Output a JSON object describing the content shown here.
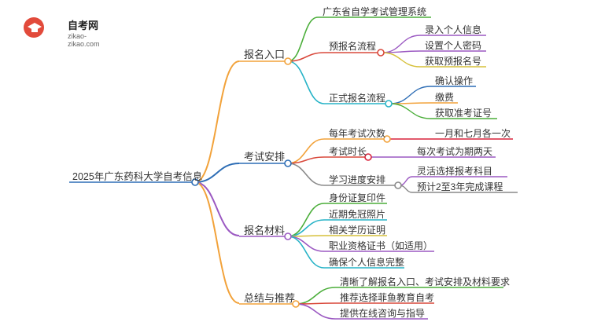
{
  "logo": {
    "title": "自考网",
    "subtitle": "zikao-zikao.com",
    "icon": "graduation-cap-icon"
  },
  "root": {
    "label": "2025年广东药科大学自考信息"
  },
  "branches": [
    {
      "label": "报名入口",
      "color": "#f2a23a",
      "children": [
        {
          "label": "广东省自学考试管理系统",
          "children": []
        },
        {
          "label": "预报名流程",
          "color": "#d9483b",
          "children": [
            {
              "label": "录入个人信息"
            },
            {
              "label": "设置个人密码"
            },
            {
              "label": "获取预报名号"
            }
          ]
        },
        {
          "label": "正式报名流程",
          "color": "#27b3c7",
          "children": [
            {
              "label": "确认操作"
            },
            {
              "label": "缴费"
            },
            {
              "label": "获取准考证号"
            }
          ]
        }
      ]
    },
    {
      "label": "考试安排",
      "color": "#2d6db5",
      "children": [
        {
          "label": "每年考试次数",
          "color": "#f2a23a",
          "children": [
            {
              "label": "一月和七月各一次"
            }
          ]
        },
        {
          "label": "考试时长",
          "color": "#d9233b",
          "children": [
            {
              "label": "每次考试为期两天"
            }
          ]
        },
        {
          "label": "学习进度安排",
          "color": "#8a8a8a",
          "children": [
            {
              "label": "灵活选择报考科目"
            },
            {
              "label": "预计2至3年完成课程"
            }
          ]
        }
      ]
    },
    {
      "label": "报名材料",
      "color": "#9b59c2",
      "children": [
        {
          "label": "身份证复印件"
        },
        {
          "label": "近期免冠照片"
        },
        {
          "label": "相关学历证明"
        },
        {
          "label": "职业资格证书（如适用）"
        },
        {
          "label": "确保个人信息完整"
        }
      ]
    },
    {
      "label": "总结与推荐",
      "color": "#f2a23a",
      "children": [
        {
          "label": "清晰了解报名入口、考试安排及材料要求"
        },
        {
          "label": "推荐选择菲鱼教育自考"
        },
        {
          "label": "提供在线咨询与指导"
        }
      ]
    }
  ],
  "colors": {
    "root_line": "#2d6db5",
    "green": "#4bae3a",
    "red": "#d9483b",
    "blue": "#27b3c7",
    "darkblue": "#2d6db5",
    "yellow": "#d6c03a",
    "gray": "#8a8a8a",
    "purple": "#9b59c2",
    "orange": "#f2a23a"
  }
}
